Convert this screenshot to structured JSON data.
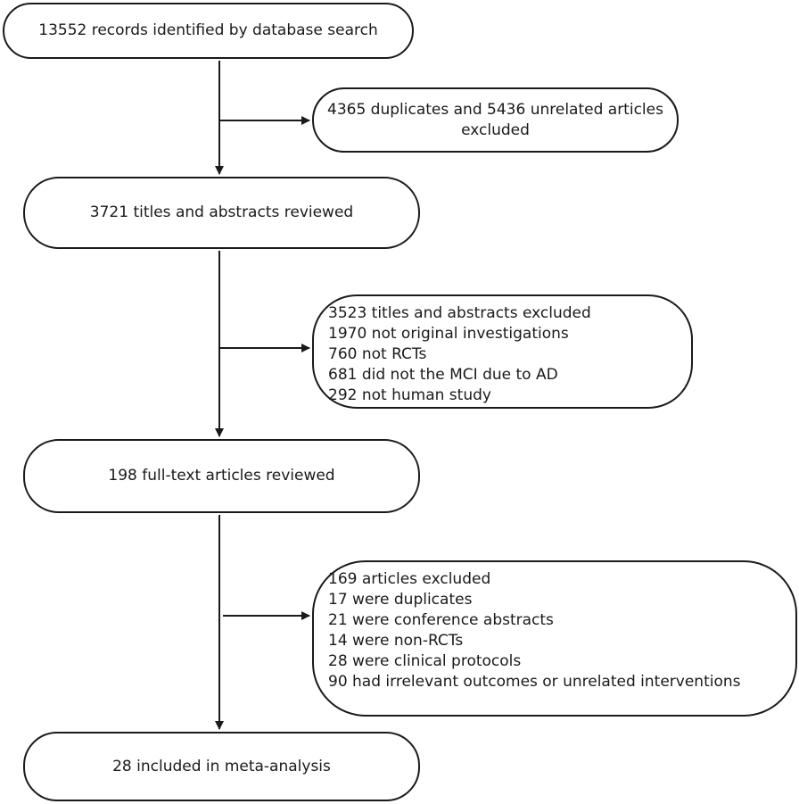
{
  "boxes": {
    "records": {
      "text": "13552 records identified by database search"
    },
    "duplicates": {
      "lines": [
        "4365 duplicates and 5436 unrelated articles",
        "excluded"
      ]
    },
    "titles_reviewed": {
      "text": "3721 titles and abstracts reviewed"
    },
    "ta_excluded": {
      "lines": [
        "3523 titles and abstracts excluded",
        "1970 not original investigations",
        "760 not RCTs",
        "681 did not the MCI due to AD",
        "292 not human study"
      ]
    },
    "fulltext_reviewed": {
      "text": "198 full-text articles reviewed"
    },
    "fulltext_excluded": {
      "lines": [
        "169 articles excluded",
        "17 were duplicates",
        "21 were conference abstracts",
        "14 were non-RCTs",
        "28 were clinical protocols",
        "90 had irrelevant outcomes or unrelated interventions"
      ]
    },
    "included": {
      "text": "28 included in meta-analysis"
    }
  },
  "colors": {
    "stroke": "#1a1a1a",
    "background": "#ffffff"
  }
}
